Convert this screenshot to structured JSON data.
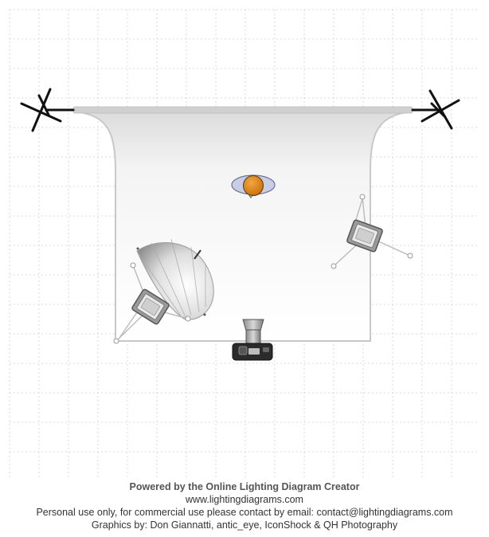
{
  "colors": {
    "grid": "#cfcfcf",
    "backdrop_fill": "#ffffff",
    "backdrop_edge": "#c8c8c8",
    "stand_black": "#111111",
    "subject_orange": "#e38a1d",
    "subject_shadow": "#c9cde6",
    "softbox_gray": "#9a9a9a",
    "umbrella_gray": "#bdbdbd",
    "camera_dark": "#2b2b2b"
  },
  "icons": {
    "left_stand": "background-stand-icon",
    "right_stand": "background-stand-icon",
    "backdrop": "paper-backdrop-icon",
    "subject": "subject-person-icon",
    "umbrella_light": "umbrella-light-icon",
    "softbox_left": "softbox-light-icon",
    "softbox_right": "softbox-light-icon",
    "camera": "camera-icon"
  },
  "credits": {
    "powered_by": "Powered by the Online Lighting Diagram Creator",
    "website": "www.lightingdiagrams.com",
    "usage": "Personal use only, for commercial use please contact by email: contact@lightingdiagrams.com",
    "graphics": "Graphics by: Don Giannatti, antic_eye, IconShock & QH Photography"
  }
}
